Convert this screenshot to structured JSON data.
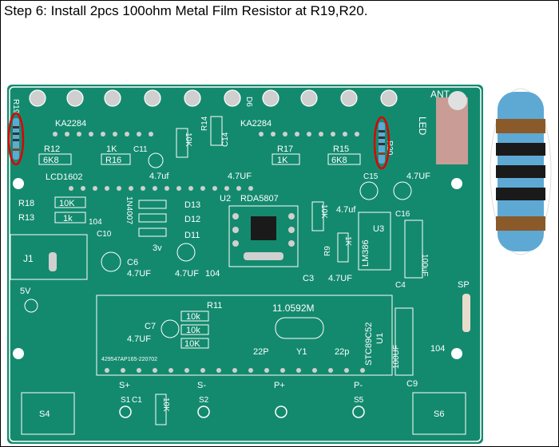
{
  "caption": "Step 6: Install 2pcs 100ohm Metal Film Resistor at R19,R20.",
  "board": {
    "colors": {
      "pcb": "#138a6e",
      "silk": "#ffffff",
      "pad": "#c8c8c8",
      "highlight": "#e00000",
      "resistor_body": "#5ea9d4"
    },
    "chips": {
      "ic1": "KA2284",
      "ic2": "KA2284",
      "u2": "RDA5807",
      "u3": "LM386",
      "u1": "STC89C52",
      "display": "LCD1602",
      "crystal": "11.0592M"
    },
    "refs": {
      "r19": "R19",
      "r20": "R20",
      "r12": "R12",
      "r16": "R16",
      "r14": "R14",
      "r17": "R17",
      "r15": "R15",
      "r18": "R18",
      "r13": "R13",
      "r11": "R11",
      "r9": "R9",
      "c11": "C11",
      "c14": "C14",
      "c15": "C15",
      "c16": "C16",
      "c10": "C10",
      "c6": "C6",
      "c7": "C7",
      "c3": "C3",
      "c4": "C4",
      "c9": "C9",
      "c1": "C1",
      "y1": "Y1",
      "j1": "J1",
      "d13": "D13",
      "d12": "D12",
      "d11": "D11",
      "u2": "U2",
      "u3": "U3",
      "u1": "U1",
      "s1": "S1",
      "s2": "S2",
      "s5": "S5",
      "s4": "S4",
      "s6": "S6",
      "sp": "SP",
      "ant": "ANT",
      "led": "LED",
      "d6": "D6"
    },
    "values": {
      "6k8a": "6K8",
      "1k": "1K",
      "10k": "10K",
      "1ka": "1K",
      "6k8b": "6K8",
      "10k_r18": "10K",
      "1k_r13": "1k",
      "4u7a": "4.7uf",
      "4u7b": "4.7UF",
      "4u7c": "4.7UF",
      "4u7d": "4.7UF",
      "4u7e": "4.7uf",
      "4u7f": "4.7UF",
      "4u7g": "4.7UF",
      "4u7h": "4.7UF",
      "n104a": "104",
      "n104b": "104",
      "n104c": "104",
      "in4007": "1N4007",
      "v3": "3v",
      "v5": "5V",
      "r11_a": "10k",
      "r11_b": "10k",
      "r11_c": "10K",
      "p22a": "22P",
      "p22b": "22p",
      "c100a": "100uF",
      "c100b": "100UF",
      "r9v": "1K",
      "r9w": "10K",
      "s_plus": "S+",
      "s_minus": "S-",
      "p_plus": "P+",
      "p_minus": "P-",
      "k10": "10K",
      "part": "429547AP165-220702"
    }
  }
}
